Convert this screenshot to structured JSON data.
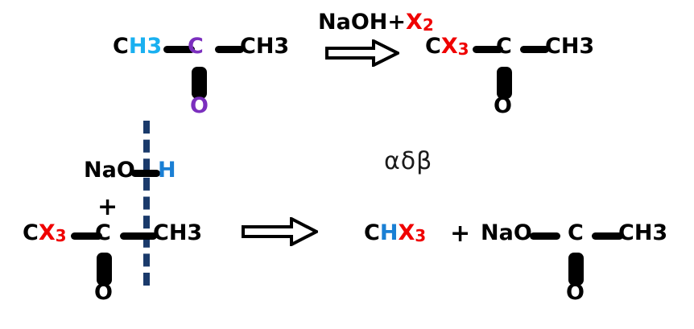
{
  "diagram": {
    "title": "haloform-reaction-scheme",
    "colors": {
      "background": "#ffffff",
      "black": "#000000",
      "cyan": "#1ab0f0",
      "blue": "#1a7fd4",
      "red": "#ef0000",
      "purple": "#7b2fbe",
      "dashed_line": "#1a3a6b"
    },
    "top_row": {
      "reactant": {
        "left_group": {
          "c": "C",
          "h": "H3"
        },
        "center_atom": "C",
        "right_group": "CH3",
        "carbonyl_oxygen": "O"
      },
      "reagent": {
        "base": "NaOH+",
        "halogen": "X",
        "halogen_sub": "2"
      },
      "arrow": "reaction-arrow",
      "product": {
        "left_c": "C",
        "left_x": "X",
        "left_x_sub": "3",
        "center_atom": "C",
        "right_group": "CH3",
        "carbonyl_oxygen": "O"
      }
    },
    "middle": {
      "hydroxide": {
        "nao": "NaO",
        "h": "H"
      },
      "plus": "+",
      "greek_labels": "αδβ"
    },
    "bottom_row": {
      "reactant": {
        "left_c": "C",
        "left_x": "X",
        "left_x_sub": "3",
        "center_atom": "C",
        "right_group": "CH3",
        "carbonyl_oxygen": "O"
      },
      "arrow": "reaction-arrow",
      "product_haloform": {
        "c": "C",
        "h": "H",
        "x": "X",
        "x_sub": "3"
      },
      "plus": "+",
      "product_salt": {
        "nao": "NaO",
        "center_atom": "C",
        "right_group": "CH3",
        "carbonyl_oxygen": "O"
      }
    }
  }
}
